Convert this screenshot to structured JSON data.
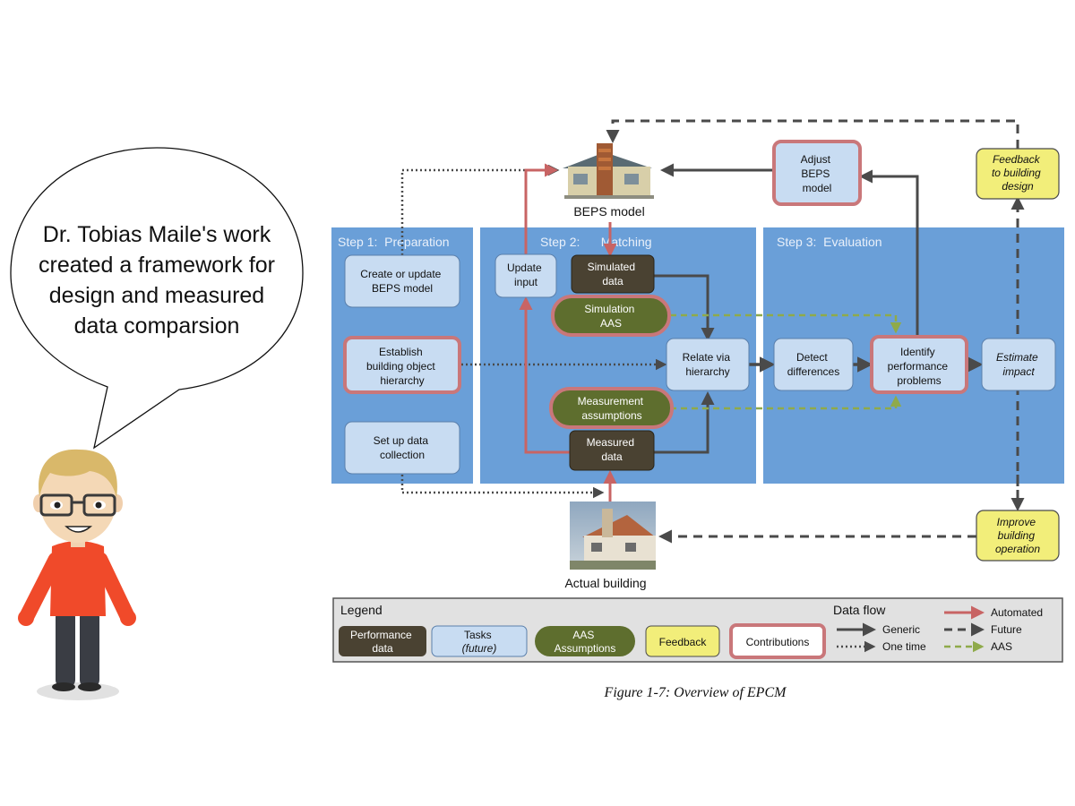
{
  "speech_bubble": {
    "lines": [
      "Dr. Tobias Maile's work",
      "created a framework for",
      "design and measured",
      "data comparsion"
    ]
  },
  "figure": {
    "caption": "Figure 1-7: Overview of EPCM",
    "beps_model_label": "BEPS model",
    "actual_building_label": "Actual building",
    "steps": {
      "step1": "Step 1:  Preparation",
      "step2": "Step 2:      Matching",
      "step3": "Step 3:  Evaluation"
    },
    "nodes": {
      "create_update": [
        "Create or update",
        "BEPS model"
      ],
      "establish_hierarchy": [
        "Establish",
        "building object",
        "hierarchy"
      ],
      "setup_collection": [
        "Set up data",
        "collection"
      ],
      "update_input": [
        "Update",
        "input"
      ],
      "simulated_data": [
        "Simulated",
        "data"
      ],
      "simulation_aas": [
        "Simulation",
        "AAS"
      ],
      "relate_hierarchy": [
        "Relate via",
        "hierarchy"
      ],
      "measurement_assumptions": [
        "Measurement",
        "assumptions"
      ],
      "measured_data": [
        "Measured",
        "data"
      ],
      "detect_differences": [
        "Detect",
        "differences"
      ],
      "identify_problems": [
        "Identify",
        "performance",
        "problems"
      ],
      "estimate_impact": [
        "Estimate",
        "impact"
      ],
      "adjust_beps": [
        "Adjust",
        "BEPS",
        "model"
      ],
      "feedback_design": [
        "Feedback",
        "to building",
        "design"
      ],
      "improve_operation": [
        "Improve",
        "building",
        "operation"
      ]
    },
    "legend": {
      "title": "Legend",
      "performance_data": [
        "Performance",
        "data"
      ],
      "tasks": [
        "Tasks",
        "(future)"
      ],
      "aas_assumptions": [
        "AAS",
        "Assumptions"
      ],
      "feedback": "Feedback",
      "contributions": "Contributions",
      "data_flow_title": "Data flow",
      "generic": "Generic",
      "one_time": "One time",
      "automated": "Automated",
      "future": "Future",
      "aas": "AAS"
    },
    "colors": {
      "step_panel": "#6a9fd8",
      "task_fill": "#c8dcf2",
      "performance_data_fill": "#4a4232",
      "aas_fill": "#5e6e2e",
      "feedback_fill": "#f2ee7a",
      "contribution_border": "#c9777a",
      "automated_arrow": "#c86464",
      "generic_arrow": "#4a4a4a",
      "aas_arrow": "#8faa4a"
    }
  }
}
